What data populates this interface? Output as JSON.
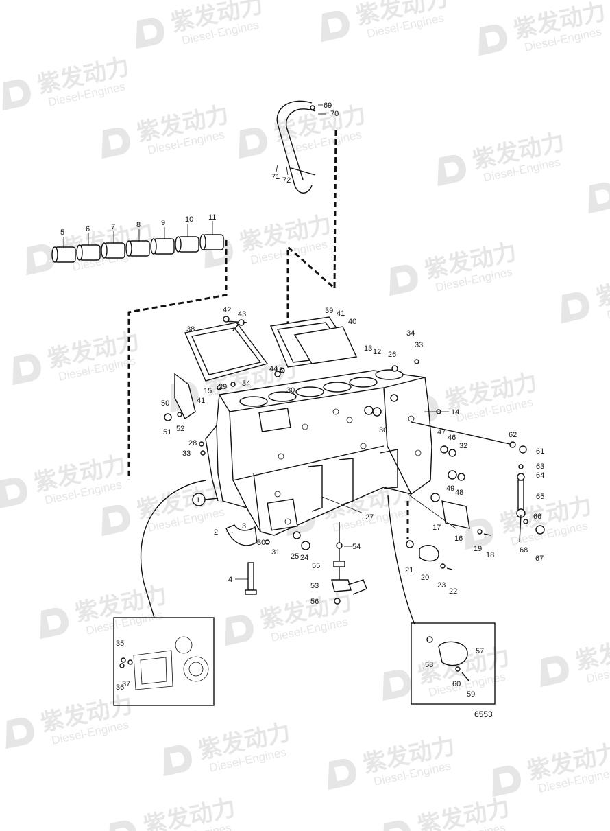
{
  "watermark": {
    "brand": "紫发动力",
    "sub": "Diesel-Engines"
  },
  "drawing_number": "6553",
  "part_labels": [
    "1",
    "2",
    "3",
    "4",
    "5",
    "6",
    "7",
    "8",
    "9",
    "10",
    "11",
    "12",
    "13",
    "14",
    "15",
    "16",
    "17",
    "18",
    "19",
    "20",
    "21",
    "22",
    "23",
    "24",
    "25",
    "26",
    "27",
    "28",
    "29",
    "30",
    "30",
    "30",
    "31",
    "32",
    "33",
    "33",
    "34",
    "34",
    "35",
    "36",
    "37",
    "38",
    "39",
    "40",
    "41",
    "41",
    "42",
    "43",
    "44",
    "45",
    "46",
    "47",
    "48",
    "49",
    "50",
    "51",
    "52",
    "53",
    "54",
    "55",
    "56",
    "57",
    "58",
    "59",
    "60",
    "61",
    "62",
    "63",
    "64",
    "65",
    "66",
    "67",
    "68",
    "69",
    "70",
    "71",
    "72"
  ]
}
